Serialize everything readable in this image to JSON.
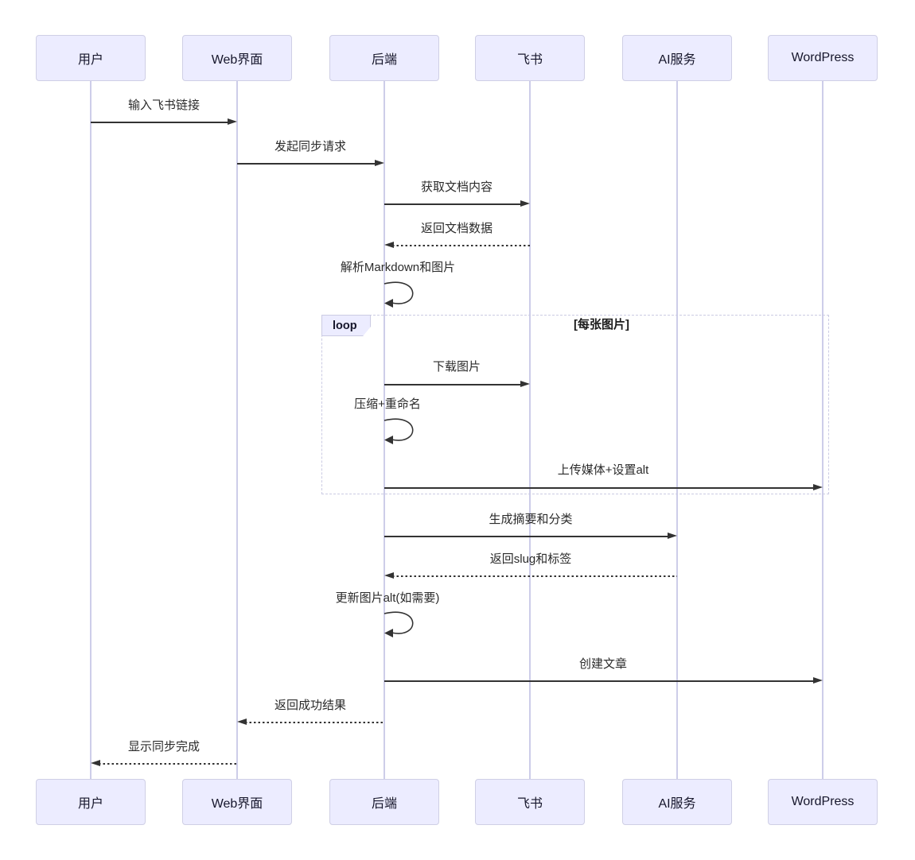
{
  "diagram": {
    "type": "sequence",
    "actors": [
      {
        "id": "user",
        "label": "用户"
      },
      {
        "id": "web",
        "label": "Web界面"
      },
      {
        "id": "backend",
        "label": "后端"
      },
      {
        "id": "feishu",
        "label": "飞书"
      },
      {
        "id": "ai",
        "label": "AI服务"
      },
      {
        "id": "wordpress",
        "label": "WordPress"
      }
    ],
    "messages": [
      {
        "from": "用户",
        "to": "Web界面",
        "label": "输入飞书链接",
        "line": "solid"
      },
      {
        "from": "Web界面",
        "to": "后端",
        "label": "发起同步请求",
        "line": "solid"
      },
      {
        "from": "后端",
        "to": "飞书",
        "label": "获取文档内容",
        "line": "solid"
      },
      {
        "from": "飞书",
        "to": "后端",
        "label": "返回文档数据",
        "line": "dashed"
      },
      {
        "from": "后端",
        "to": "后端",
        "label": "解析Markdown和图片",
        "line": "self"
      },
      {
        "from": "后端",
        "to": "飞书",
        "label": "下载图片",
        "line": "solid"
      },
      {
        "from": "后端",
        "to": "后端",
        "label": "压缩+重命名",
        "line": "self"
      },
      {
        "from": "后端",
        "to": "WordPress",
        "label": "上传媒体+设置alt",
        "line": "solid"
      },
      {
        "from": "后端",
        "to": "AI服务",
        "label": "生成摘要和分类",
        "line": "solid"
      },
      {
        "from": "AI服务",
        "to": "后端",
        "label": "返回slug和标签",
        "line": "dashed"
      },
      {
        "from": "后端",
        "to": "后端",
        "label": "更新图片alt(如需要)",
        "line": "self"
      },
      {
        "from": "后端",
        "to": "WordPress",
        "label": "创建文章",
        "line": "solid"
      },
      {
        "from": "后端",
        "to": "Web界面",
        "label": "返回成功结果",
        "line": "dashed"
      },
      {
        "from": "Web界面",
        "to": "用户",
        "label": "显示同步完成",
        "line": "dashed"
      }
    ],
    "loop": {
      "label": "loop",
      "guard": "[每张图片]"
    },
    "colors": {
      "actor_fill": "#ECECFF",
      "actor_border": "#CFCFE5",
      "lifeline": "#CDCDE9",
      "arrow": "#333333",
      "loop_border": "#CBCBE3",
      "background": "#FFFFFF"
    }
  }
}
